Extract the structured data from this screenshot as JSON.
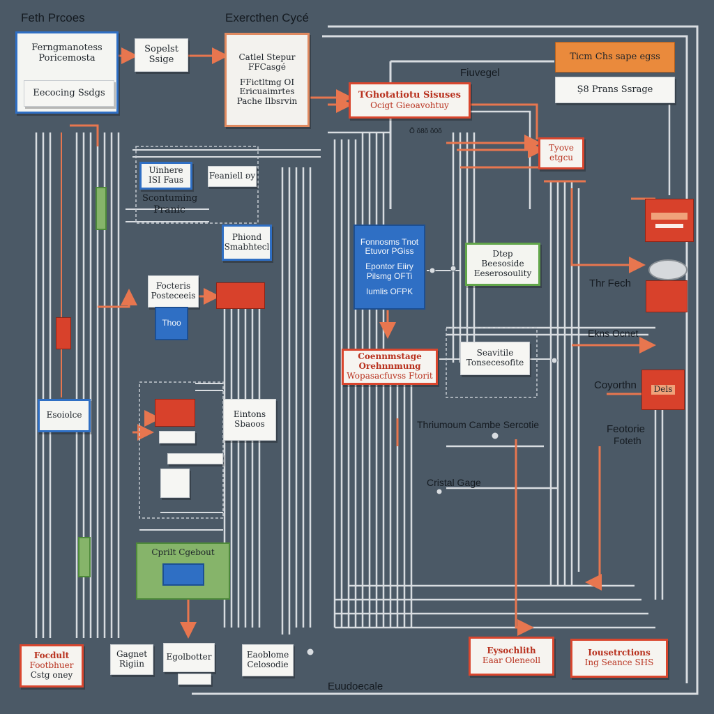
{
  "header": {
    "fetch_process": "Feth Prcoes",
    "execution_cycle": "Exercthen Cycé"
  },
  "labels": {
    "fiuregel": "Fiuvegel",
    "small_meta": "Ŏ ŏ8ŏ ŏ0ŏ",
    "scontuming": "Scontuming",
    "pranic": "Pranic",
    "the_fech": "Thr Fech",
    "ekns_ocnet": "Ekns Ocnet",
    "coyorthn": "Coyorthn",
    "feotorie": "Feotorie",
    "feotorie_sub": "Foteth",
    "thrintum_cambe": "Thriumoum Cambe Sercotie",
    "cruistal_gage": "Cristal Gage",
    "euudoecale": "Euudoecale"
  },
  "boxes": {
    "fetch_process_box": {
      "line1": "Ferngmanotess",
      "line2": "Poricemosta"
    },
    "executing_stage": {
      "line1": "Eecocing Ssdgs"
    },
    "sopelst": {
      "line1": "Sopelst",
      "line2": "Ssige"
    },
    "catlet_stgcur": {
      "line1": "Catlel Stepur",
      "line2": "FFCasgé",
      "line3": "FFictltmg OI",
      "line4": "Ericuaimrtes",
      "line5": "Pache Ilbsrvin"
    },
    "thoroutino_stages": {
      "line1": "TGhotatiotu Sisuses",
      "line2": "Ocigt Gieoavohtuy"
    },
    "thin_clas": {
      "line1": "Ticm Chs sape egss"
    },
    "s_pranstorage": {
      "line1": "Ș8 Prans Ssrage"
    },
    "tyove_etgcu": {
      "line1": "Tyove",
      "line2": "etgcu"
    },
    "unhere_ll_faus": {
      "line1": "Uinhere",
      "line2": "ISI Faus"
    },
    "feaniell": {
      "line1": "Feaniell ʚy"
    },
    "phiond_smabhted": {
      "line1": "Phiond",
      "line2": "Smabhtecl"
    },
    "focteris_posteceeis": {
      "line1": "Focteris",
      "line2": "Posteceeis"
    },
    "fonnosms_blue": {
      "line1": "Fonnosms Tnot",
      "line2": "Etuvor PGiss",
      "line3": "Epontor Eiiry",
      "line4": "Pilsmg OFTi",
      "line5": "Iumlis OFPK"
    },
    "dtep_beesoside": {
      "line1": "Dtep",
      "line2": "Beesoside",
      "line3": "Eeserosoulity"
    },
    "coennmang_stage": {
      "line1": "Coennmstage",
      "line2": "Orehnnmung",
      "line3": "Wopasacfuvss Ftorit"
    },
    "seavifile": {
      "line1": "Seavitile",
      "line2": "Tonsecesofite"
    },
    "esoiolce": {
      "line1": "Esoiolce"
    },
    "eintons_sbaoos": {
      "line1": "Eintons",
      "line2": "Sbaoos"
    },
    "cprilt_cgebout": {
      "line1": "Cprilt Cgebout"
    },
    "focdult": {
      "line1": "Focdult",
      "line2": "Footbhuer",
      "line3": "Cstg oney"
    },
    "gagnet_rigin": {
      "line1": "Gagnet",
      "line2": "Rigiin"
    },
    "egolbotter": {
      "line1": "Egolbotter"
    },
    "eaoblome": {
      "line1": "Eaoblome",
      "line2": "Celosodie"
    },
    "eysochlith": {
      "line1": "Eysochlith",
      "line2": "Eaar Oleneoll"
    },
    "iousetrctions": {
      "line1": "Iousetrctions",
      "line2": "Ing Seance SHS"
    },
    "dels": {
      "line1": "Dels"
    },
    "thoo": {
      "line1": "Thoo"
    }
  },
  "colors": {
    "background": "#4b5966",
    "wire": "#d9dde1",
    "accent_red": "#d8412b",
    "accent_blue": "#2f6fc4",
    "accent_green": "#62a64a",
    "accent_orange": "#ea8a3c"
  }
}
